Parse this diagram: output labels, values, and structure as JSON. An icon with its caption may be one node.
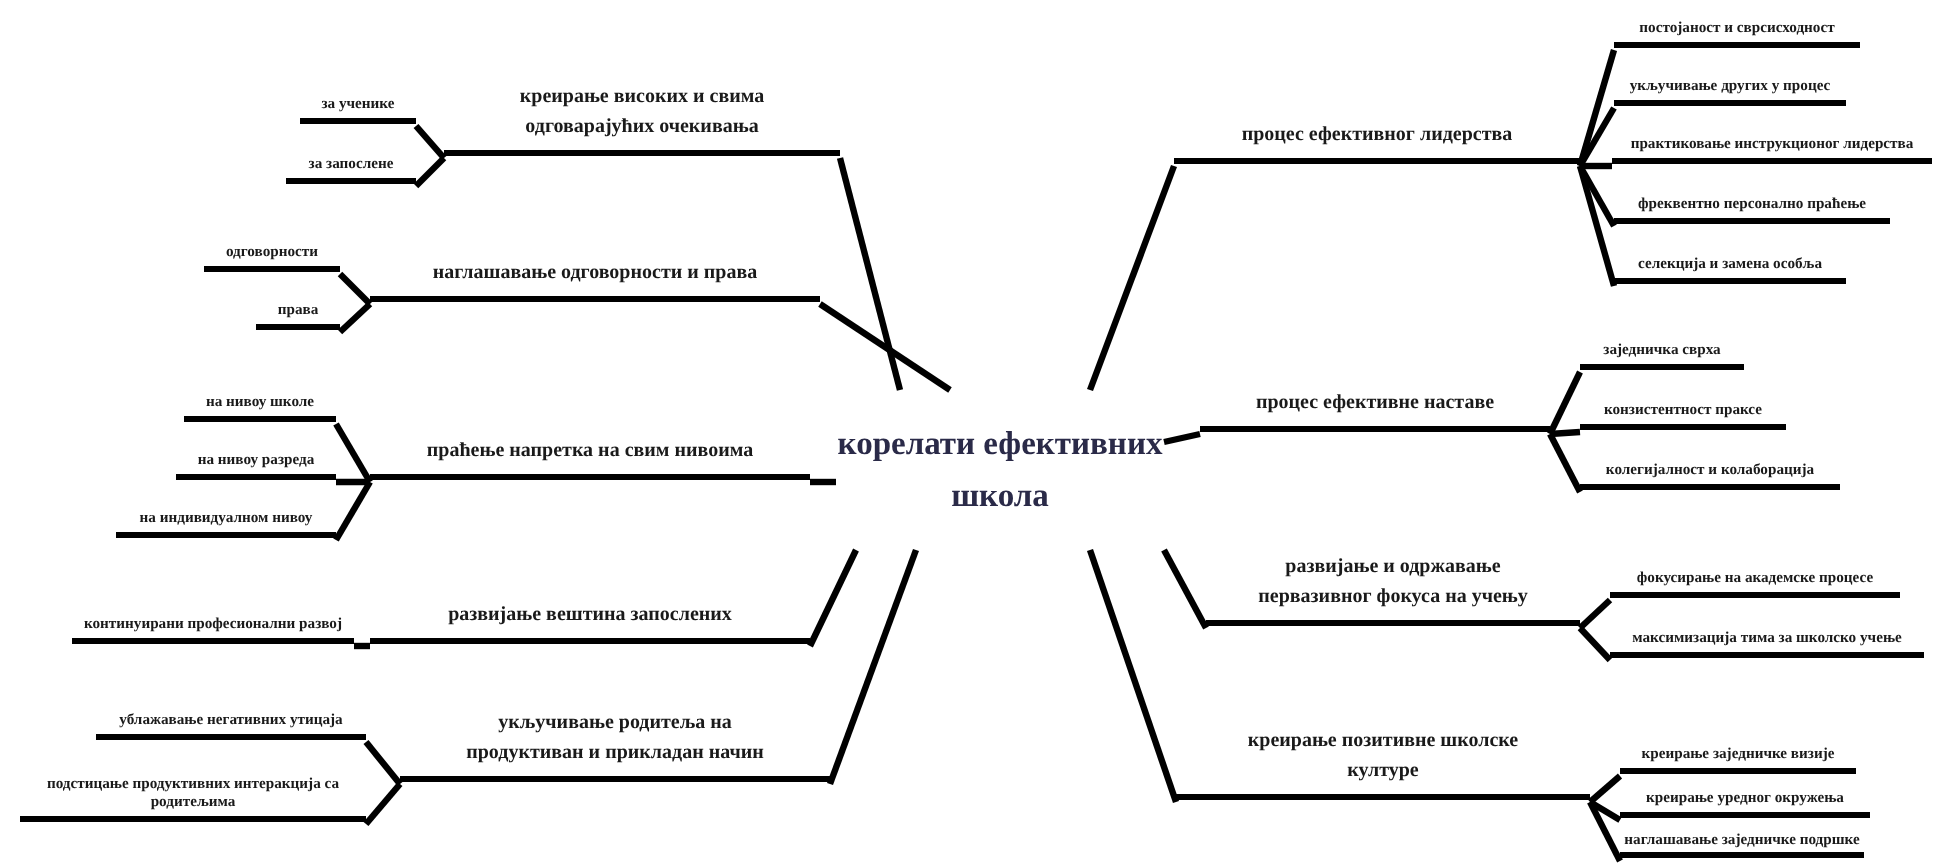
{
  "diagram": {
    "nodes": [
      {
        "text": [
          "корелати ефективних школа"
        ]
      },
      {
        "text": [
          "креирање високих и свима одговарајућих очекивања"
        ]
      },
      {
        "text": [
          "за ученике"
        ]
      },
      {
        "text": [
          "за запослене"
        ]
      },
      {
        "text": [
          "наглашавање одговорности и права"
        ]
      },
      {
        "text": [
          "одговорности"
        ]
      },
      {
        "text": [
          "права"
        ]
      },
      {
        "text": [
          "праћење напретка на свим нивоима"
        ]
      },
      {
        "text": [
          "на нивоу школе"
        ]
      },
      {
        "text": [
          "на нивоу разреда"
        ]
      },
      {
        "text": [
          "на индивидуалном нивоу"
        ]
      },
      {
        "text": [
          "развијање вештина запослених"
        ]
      },
      {
        "text": [
          "континуирани професионални развој"
        ]
      },
      {
        "text": [
          "укључивање родитеља на продуктиван и прикладан начин"
        ]
      },
      {
        "text": [
          "ублажавање негативних утицаја"
        ]
      },
      {
        "text": [
          "подстицање продуктивних интеракција са родитељима"
        ]
      },
      {
        "text": [
          "процес ефективног лидерства"
        ]
      },
      {
        "text": [
          "постојаност и сврсисходност"
        ]
      },
      {
        "text": [
          "укључивање других у процес"
        ]
      },
      {
        "text": [
          "практиковање инструкционог лидерства"
        ]
      },
      {
        "text": [
          "фреквентно персонално праћење"
        ]
      },
      {
        "text": [
          "селекција и замена особља"
        ]
      },
      {
        "text": [
          "процес ефективне наставе"
        ]
      },
      {
        "text": [
          "заједничка сврха"
        ]
      },
      {
        "text": [
          "конзистентност праксе"
        ]
      },
      {
        "text": [
          "колегијалност и колаборација"
        ]
      },
      {
        "text": [
          "развијање и одржавање первазивног фокуса на учењу"
        ]
      },
      {
        "text": [
          "фокусирање на академске процесе"
        ]
      },
      {
        "text": [
          "максимизација тима за школско учење"
        ]
      },
      {
        "text": [
          "креирање позитивне школске културе"
        ]
      },
      {
        "text": [
          "креирање заједничке визије"
        ]
      },
      {
        "text": [
          "креирање уредног окружења"
        ]
      },
      {
        "text": [
          "наглашавање заједничке подршке"
        ]
      }
    ],
    "edges": [
      {
        "from": 0,
        "to": 1,
        "arrow": "none"
      },
      {
        "from": 1,
        "to": 2,
        "arrow": "none"
      },
      {
        "from": 1,
        "to": 3,
        "arrow": "none"
      },
      {
        "from": 0,
        "to": 4,
        "arrow": "none"
      },
      {
        "from": 4,
        "to": 5,
        "arrow": "none"
      },
      {
        "from": 4,
        "to": 6,
        "arrow": "none"
      },
      {
        "from": 0,
        "to": 7,
        "arrow": "none"
      },
      {
        "from": 7,
        "to": 8,
        "arrow": "none"
      },
      {
        "from": 7,
        "to": 9,
        "arrow": "none"
      },
      {
        "from": 7,
        "to": 10,
        "arrow": "none"
      },
      {
        "from": 0,
        "to": 11,
        "arrow": "none"
      },
      {
        "from": 11,
        "to": 12,
        "arrow": "none"
      },
      {
        "from": 0,
        "to": 13,
        "arrow": "none"
      },
      {
        "from": 13,
        "to": 14,
        "arrow": "none"
      },
      {
        "from": 13,
        "to": 15,
        "arrow": "none"
      },
      {
        "from": 0,
        "to": 16,
        "arrow": "none"
      },
      {
        "from": 16,
        "to": 17,
        "arrow": "none"
      },
      {
        "from": 16,
        "to": 18,
        "arrow": "none"
      },
      {
        "from": 16,
        "to": 19,
        "arrow": "none"
      },
      {
        "from": 16,
        "to": 20,
        "arrow": "none"
      },
      {
        "from": 16,
        "to": 21,
        "arrow": "none"
      },
      {
        "from": 0,
        "to": 22,
        "arrow": "none"
      },
      {
        "from": 22,
        "to": 23,
        "arrow": "none"
      },
      {
        "from": 22,
        "to": 24,
        "arrow": "none"
      },
      {
        "from": 22,
        "to": 25,
        "arrow": "none"
      },
      {
        "from": 0,
        "to": 26,
        "arrow": "none"
      },
      {
        "from": 26,
        "to": 27,
        "arrow": "none"
      },
      {
        "from": 26,
        "to": 28,
        "arrow": "none"
      },
      {
        "from": 0,
        "to": 29,
        "arrow": "none"
      },
      {
        "from": 29,
        "to": 30,
        "arrow": "none"
      },
      {
        "from": 29,
        "to": 31,
        "arrow": "none"
      },
      {
        "from": 29,
        "to": 32,
        "arrow": "none"
      }
    ]
  }
}
